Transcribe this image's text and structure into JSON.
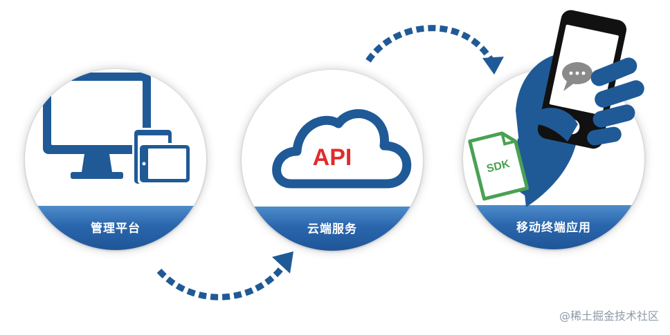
{
  "steps": [
    {
      "label": "管理平台"
    },
    {
      "label": "云端服务"
    },
    {
      "label": "移动终端应用"
    }
  ],
  "cloud": {
    "text": "API"
  },
  "sdk": {
    "text": "SDK"
  },
  "watermark": "@稀土掘金技术社区",
  "colors": {
    "primary_blue": "#1f5a96",
    "band_blue": "#2a66ad",
    "api_red": "#e12b2b",
    "sdk_green": "#4aa153",
    "dark": "#1a1a1a"
  }
}
